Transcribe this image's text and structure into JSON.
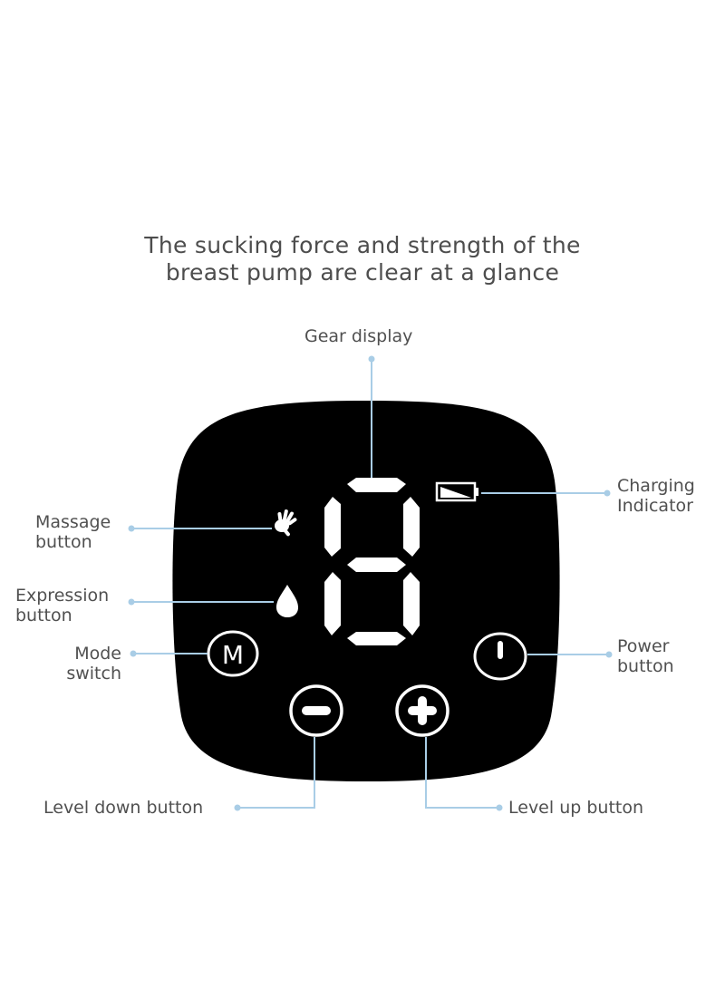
{
  "headline": {
    "line1": "The sucking force and strength of the",
    "line2": "breast pump are clear at a glance"
  },
  "panel": {
    "background": "#000000",
    "display_digit": "8",
    "icons": [
      "hand-massage-icon",
      "water-drop-icon",
      "battery-icon",
      "mode-m-icon",
      "minus-icon",
      "plus-icon",
      "power-icon"
    ],
    "mode_button_glyph": "M"
  },
  "labels": {
    "gear_display": "Gear display",
    "charging_indicator": {
      "line1": "Charging",
      "line2": "Indicator"
    },
    "massage_button": {
      "line1": "Massage",
      "line2": "button"
    },
    "expression_button": {
      "line1": "Expression",
      "line2": "button"
    },
    "mode_switch": {
      "line1": "Mode",
      "line2": "switch"
    },
    "power_button": {
      "line1": "Power",
      "line2": "button"
    },
    "level_down_button": "Level down button",
    "level_up_button": "Level up button"
  },
  "colors": {
    "leader_line": "#a9cde6",
    "text": "#505050",
    "panel": "#000000",
    "icon": "#ffffff"
  }
}
